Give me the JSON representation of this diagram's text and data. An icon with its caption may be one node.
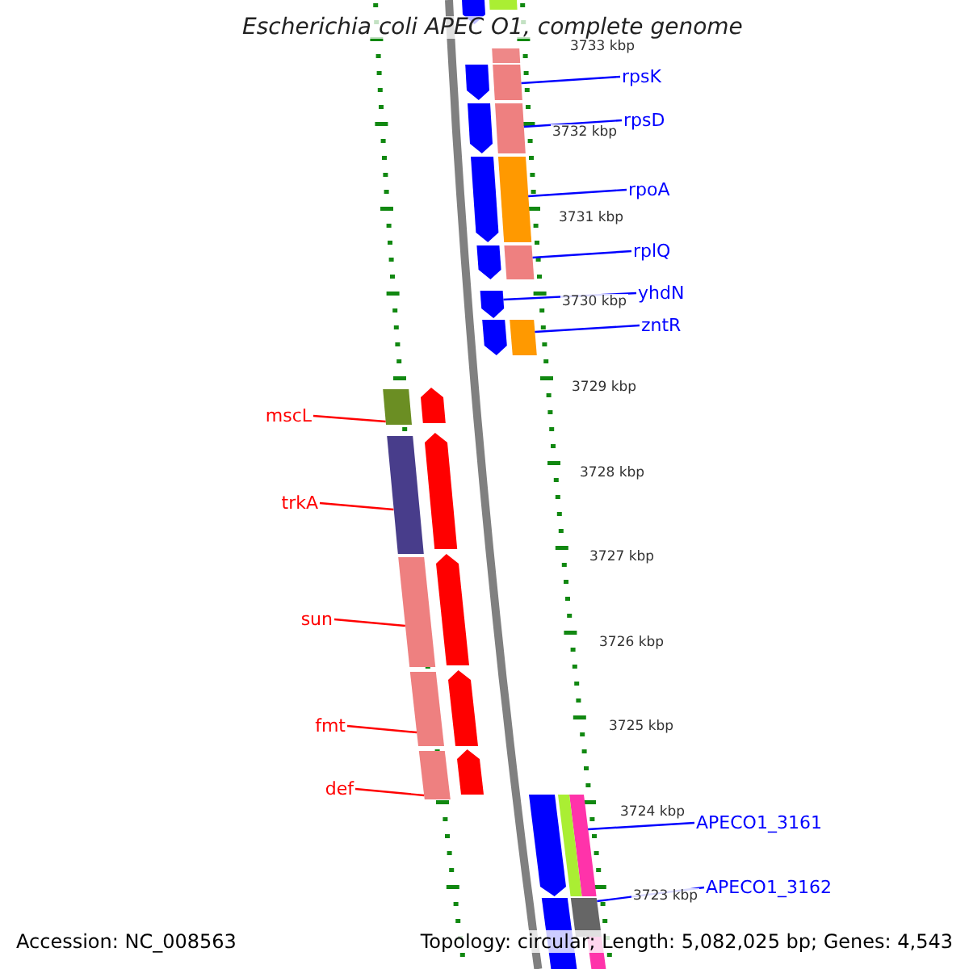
{
  "diagram": {
    "title": "Escherichia coli APEC O1, complete genome",
    "nodes": [
      {
        "text": [
          "rpsK"
        ]
      },
      {
        "text": [],
        "shape": "bar"
      },
      {
        "text": [
          "rpsD"
        ]
      },
      {
        "text": [],
        "shape": "bar"
      },
      {
        "text": [
          "rpoA"
        ]
      },
      {
        "text": [],
        "shape": "bar"
      },
      {
        "text": [
          "rplQ"
        ]
      },
      {
        "text": [],
        "shape": "bar"
      },
      {
        "text": [
          "yhdN"
        ]
      },
      {
        "text": [],
        "shape": "arrow"
      },
      {
        "text": [
          "zntR"
        ]
      },
      {
        "text": [],
        "shape": "bar"
      },
      {
        "text": [
          "mscL"
        ]
      },
      {
        "text": [],
        "shape": "bar"
      },
      {
        "text": [
          "trkA"
        ]
      },
      {
        "text": [],
        "shape": "bar"
      },
      {
        "text": [
          "sun"
        ]
      },
      {
        "text": [],
        "shape": "bar"
      },
      {
        "text": [
          "fmt"
        ]
      },
      {
        "text": [],
        "shape": "bar"
      },
      {
        "text": [
          "def"
        ]
      },
      {
        "text": [],
        "shape": "bar"
      },
      {
        "text": [
          "APECO1_3161"
        ]
      },
      {
        "text": [],
        "shape": "bar"
      },
      {
        "text": [
          "APECO1_3162"
        ]
      },
      {
        "text": [],
        "shape": "bar"
      },
      {
        "text": [],
        "shape": "arrow"
      },
      {
        "text": [],
        "shape": "arrow"
      },
      {
        "text": [],
        "shape": "arrow"
      },
      {
        "text": [],
        "shape": "arrow"
      },
      {
        "text": [],
        "shape": "arrow"
      },
      {
        "text": [],
        "shape": "arrow"
      },
      {
        "text": [],
        "shape": "bar"
      },
      {
        "text": [],
        "shape": "bar"
      },
      {
        "text": [],
        "shape": "arrow"
      },
      {
        "text": [],
        "shape": "arrow"
      },
      {
        "text": [],
        "shape": "arrow"
      },
      {
        "text": [],
        "shape": "arrow"
      },
      {
        "text": [],
        "shape": "arrow"
      },
      {
        "text": [],
        "shape": "arrow"
      },
      {
        "text": [],
        "shape": "bar"
      },
      {
        "text": [],
        "shape": "bar"
      },
      {
        "text": [],
        "shape": "bar"
      }
    ],
    "edges": [
      {
        "from": 0,
        "to": 1,
        "arrow": "none"
      },
      {
        "from": 2,
        "to": 3,
        "arrow": "none"
      },
      {
        "from": 4,
        "to": 5,
        "arrow": "none"
      },
      {
        "from": 6,
        "to": 7,
        "arrow": "none"
      },
      {
        "from": 8,
        "to": 9,
        "arrow": "none"
      },
      {
        "from": 10,
        "to": 11,
        "arrow": "none"
      },
      {
        "from": 12,
        "to": 13,
        "arrow": "none",
        "color": "#ff0000"
      },
      {
        "from": 14,
        "to": 15,
        "arrow": "none",
        "color": "#ff0000"
      },
      {
        "from": 16,
        "to": 17,
        "arrow": "none",
        "color": "#ff0000"
      },
      {
        "from": 18,
        "to": 19,
        "arrow": "none",
        "color": "#ff0000"
      },
      {
        "from": 20,
        "to": 21,
        "arrow": "none",
        "color": "#ff0000"
      },
      {
        "from": 22,
        "to": 23,
        "arrow": "none"
      },
      {
        "from": 24,
        "to": 25,
        "arrow": "none"
      }
    ],
    "labels": [
      "3733 kbp",
      "3732 kbp",
      "3731 kbp",
      "3730 kbp",
      "3729 kbp",
      "3728 kbp",
      "3727 kbp",
      "3726 kbp",
      "3725 kbp",
      "3724 kbp",
      "3723 kbp",
      "Accession: NC_008563",
      "Topology: circular; Length: 5,082,025 bp; Genes: 4,543"
    ]
  }
}
